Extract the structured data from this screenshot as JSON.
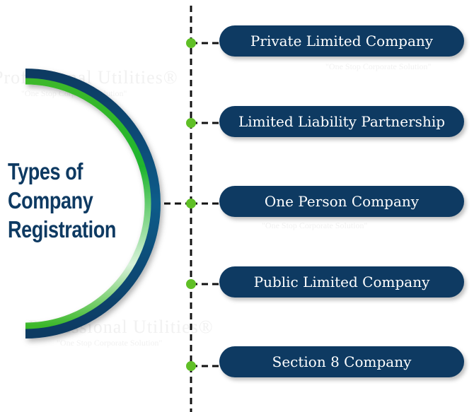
{
  "title": {
    "line1": "Types of",
    "line2": "Company",
    "line3": "Registration"
  },
  "types": [
    {
      "label": "Private Limited Company"
    },
    {
      "label": "Limited Liability Partnership"
    },
    {
      "label": "One Person Company"
    },
    {
      "label": "Public Limited Company"
    },
    {
      "label": "Section 8 Company"
    }
  ],
  "watermark": {
    "brand": "Professional Utilities®",
    "tagline": "\"One Stop Corporate Solution\""
  },
  "colors": {
    "navy": "#0e3a62",
    "green": "#5fbf26"
  }
}
